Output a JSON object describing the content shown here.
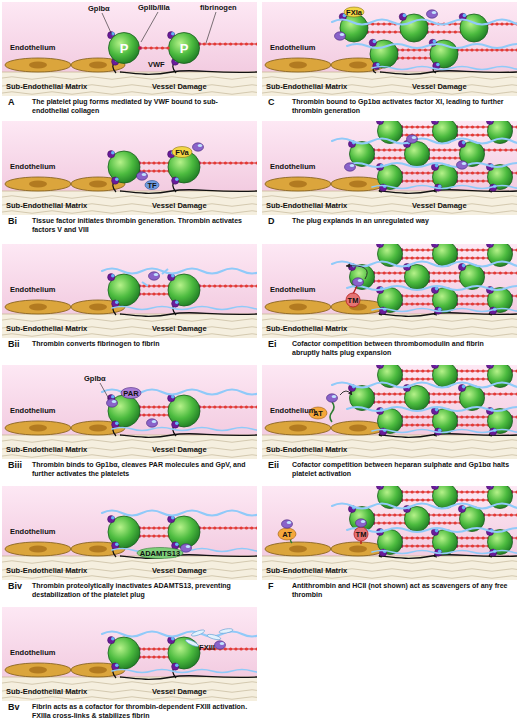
{
  "diagram": {
    "nodes": [
      {
        "text": [
          "A",
          "The platelet plug forms mediated by VWF bound to sub-endothelial collagen"
        ]
      },
      {
        "text": [
          "P"
        ],
        "in": 0
      },
      {
        "text": [
          "P"
        ],
        "in": 0
      },
      {
        "text": [
          "Bi",
          "Tissue factor initiates thrombin generation. Thrombin activates factors V and VIII"
        ]
      },
      {
        "text": [
          "Bii",
          "Thrombin converts fibrinogen to fibrin"
        ]
      },
      {
        "text": [
          "Biii",
          "Thrombin binds to Gp1bα, cleaves PAR molecules and GpV, and further activates the platelets"
        ]
      },
      {
        "text": [
          "Biv",
          "Thrombin proteolytically inactivates ADAMTS13, preventing destabilization of the platelet plug"
        ]
      },
      {
        "text": [
          "Bv",
          "Fibrin acts as a cofactor for thrombin-dependent FXIII activation. FXIIIa cross-links & stabilizes fibrin"
        ]
      },
      {
        "text": [
          "C",
          "Thrombin bound to Gp1bα activates factor XI, leading to further thrombin generation"
        ]
      },
      {
        "text": [
          "D",
          "The plug explands in an unregulated way"
        ]
      },
      {
        "text": [
          "Ei",
          "Cofactor competition between thrombomodulin and fibrin abruptly halts plug expansion"
        ]
      },
      {
        "text": [
          "Eii",
          "Cofactor competition between heparan sulphate and Gp1bα halts platelet activation"
        ]
      },
      {
        "text": [
          "F",
          "Antithrombin and HCII (not shown) act as scavengers of any free thrombin"
        ]
      }
    ],
    "edges": [
      {
        "from": 1,
        "to": 2,
        "arrow": "none"
      }
    ],
    "labels": [
      "GpIbα",
      "GpIIb/IIIa",
      "fibrinogen",
      "VWF",
      "Endothelium",
      "Sub-Endothelial Matrix",
      "Vessel Damage",
      "FVa",
      "TF",
      "Endothelium",
      "Sub-Endothelial Matrix",
      "Vessel Damage",
      "Endothelium",
      "Sub-Endothelial Matrix",
      "Vessel Damage",
      "GpIbα",
      "PAR",
      "Endothelium",
      "Sub-Endothelial Matrix",
      "Vessel Damage",
      "ADAMTS13",
      "Endothelium",
      "Sub-Endothelial Matrix",
      "Vessel Damage",
      "FXIII",
      "Endothelium",
      "Sub-Endothelial Matrix",
      "Vessel Damage",
      "FXIa",
      "Endothelium",
      "Sub-Endothelial Matrix",
      "Vessel Damage",
      "Endothelium",
      "Sub-Endothelial Matrix",
      "Vessel Damage",
      "TM",
      "Endothelium",
      "Sub-Endothelial Matrix",
      "AT",
      "Endothelium",
      "Sub-Endothelial Matrix",
      "AT",
      "TM",
      "Sub-Endothelial Matrix"
    ]
  }
}
